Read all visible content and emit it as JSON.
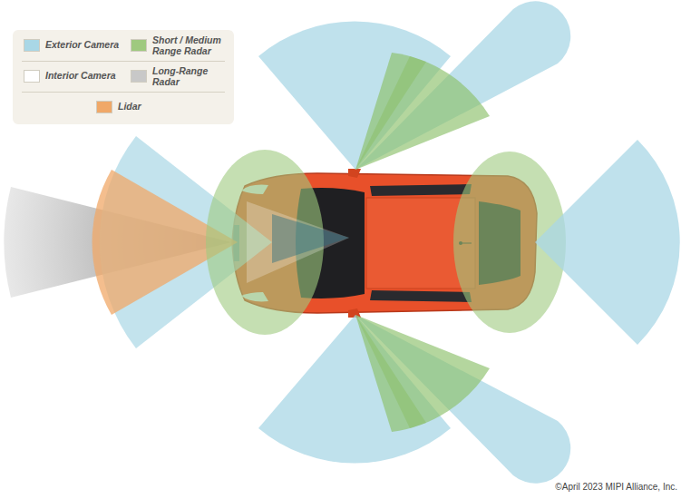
{
  "diagram": {
    "labels": [
      "©April 2023 MIPI Alliance, Inc."
    ],
    "legend": [
      {
        "text": "Exterior Camera",
        "color": "#a9d7e6"
      },
      {
        "text": "Short / Medium Range Radar",
        "color": "#9fc97f"
      },
      {
        "text": "Interior Camera",
        "color": "#ffffff"
      },
      {
        "text": "Long-Range Radar",
        "color": "#c8c8c8"
      },
      {
        "text": "Lidar",
        "color": "#f0a868"
      }
    ]
  }
}
